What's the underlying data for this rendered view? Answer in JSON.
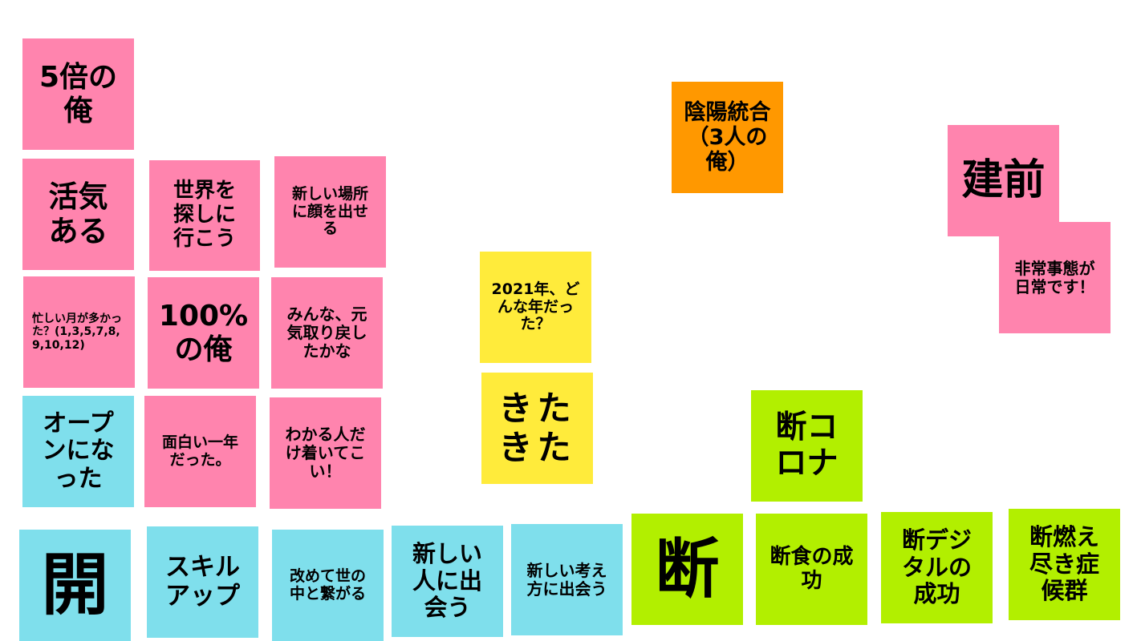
{
  "colors": {
    "pink": "#ff84ae",
    "blue": "#7fdfec",
    "yellow": "#ffeb3b",
    "orange": "#ff9800",
    "green": "#b2ef00"
  },
  "notes": [
    {
      "id": "note-5bai-no-ore",
      "text": "5倍の俺",
      "color": "pink"
    },
    {
      "id": "note-kakki-aru",
      "text": "活気ある",
      "color": "pink"
    },
    {
      "id": "note-sekai-wo-sagashi",
      "text": "世界を探しに行こう",
      "color": "pink"
    },
    {
      "id": "note-atarashii-basho",
      "text": "新しい場所に顔を出せる",
      "color": "pink"
    },
    {
      "id": "note-isogashii-tsuki",
      "text": "忙しい月が多かった？(1,3,5,7,8,9,10,12)",
      "color": "pink"
    },
    {
      "id": "note-100-percent",
      "text": "100%の俺",
      "color": "pink"
    },
    {
      "id": "note-minna-genki",
      "text": "みんな、元気取り戻したかな",
      "color": "pink"
    },
    {
      "id": "note-open-ni-natta",
      "text": "オープンになった",
      "color": "blue"
    },
    {
      "id": "note-omoshiroi-ichinen",
      "text": "面白い一年だった。",
      "color": "pink"
    },
    {
      "id": "note-wakaru-hito",
      "text": "わかる人だけ着いてこい！",
      "color": "pink"
    },
    {
      "id": "note-kai",
      "text": "開",
      "color": "blue"
    },
    {
      "id": "note-skill-up",
      "text": "スキルアップ",
      "color": "blue"
    },
    {
      "id": "note-aratamete-yo",
      "text": "改めて世の中と繋がる",
      "color": "blue"
    },
    {
      "id": "note-atarashii-hito",
      "text": "新しい人に出会う",
      "color": "blue"
    },
    {
      "id": "note-atarashii-kangae",
      "text": "新しい考え方に出会う",
      "color": "blue"
    },
    {
      "id": "note-2021",
      "text": "2021年、どんな年だった？",
      "color": "yellow"
    },
    {
      "id": "note-kitakita",
      "text": "きたきた",
      "color": "yellow"
    },
    {
      "id": "note-inyou-tougou",
      "text": "陰陽統合（3人の俺）",
      "color": "orange"
    },
    {
      "id": "note-tatemae",
      "text": "建前",
      "color": "pink"
    },
    {
      "id": "note-hijou-jitai",
      "text": "非常事態が日常です！",
      "color": "pink"
    },
    {
      "id": "note-dan-corona",
      "text": "断コロナ",
      "color": "green"
    },
    {
      "id": "note-dan",
      "text": "断",
      "color": "green"
    },
    {
      "id": "note-danjiki",
      "text": "断食の成功",
      "color": "green"
    },
    {
      "id": "note-dan-digital",
      "text": "断デジタルの成功",
      "color": "green"
    },
    {
      "id": "note-dan-moetsuki",
      "text": "断燃え尽き症候群",
      "color": "green"
    }
  ]
}
